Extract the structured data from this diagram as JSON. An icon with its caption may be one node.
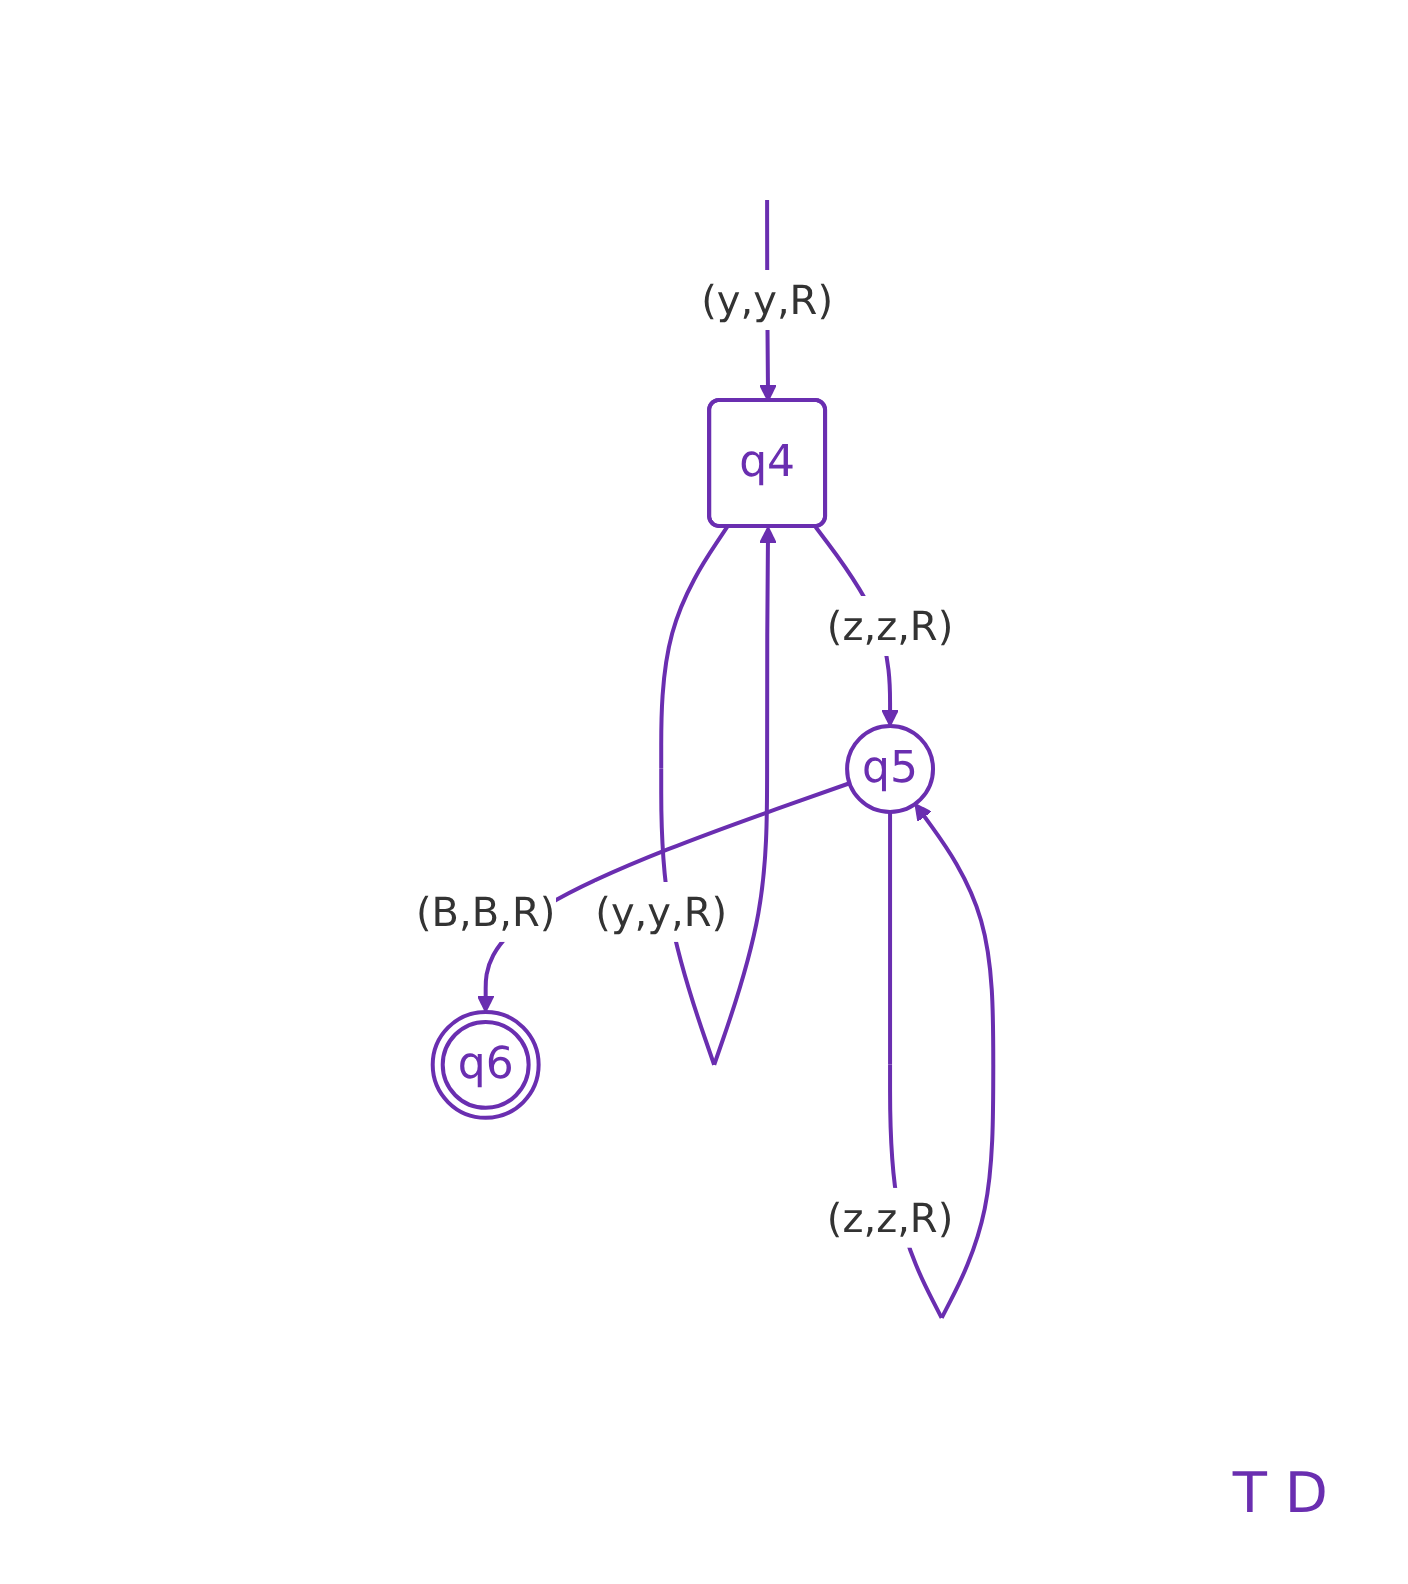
{
  "diagram": {
    "nodes": [
      {
        "text": [
          "q4"
        ]
      },
      {
        "text": [
          "q5"
        ]
      },
      {
        "text": [
          "q6"
        ]
      }
    ],
    "edges": [
      {
        "from": null,
        "to": 0,
        "arrow": "to",
        "label": "(y,y,R)"
      },
      {
        "from": 0,
        "to": 0,
        "arrow": "to",
        "label": "(y,y,R)"
      },
      {
        "from": 0,
        "to": 1,
        "arrow": "to",
        "label": "(z,z,R)"
      },
      {
        "from": 1,
        "to": 1,
        "arrow": "to",
        "label": "(z,z,R)"
      },
      {
        "from": 1,
        "to": 2,
        "arrow": "to",
        "label": "(B,B,R)"
      }
    ],
    "labels": [
      "T D"
    ]
  }
}
